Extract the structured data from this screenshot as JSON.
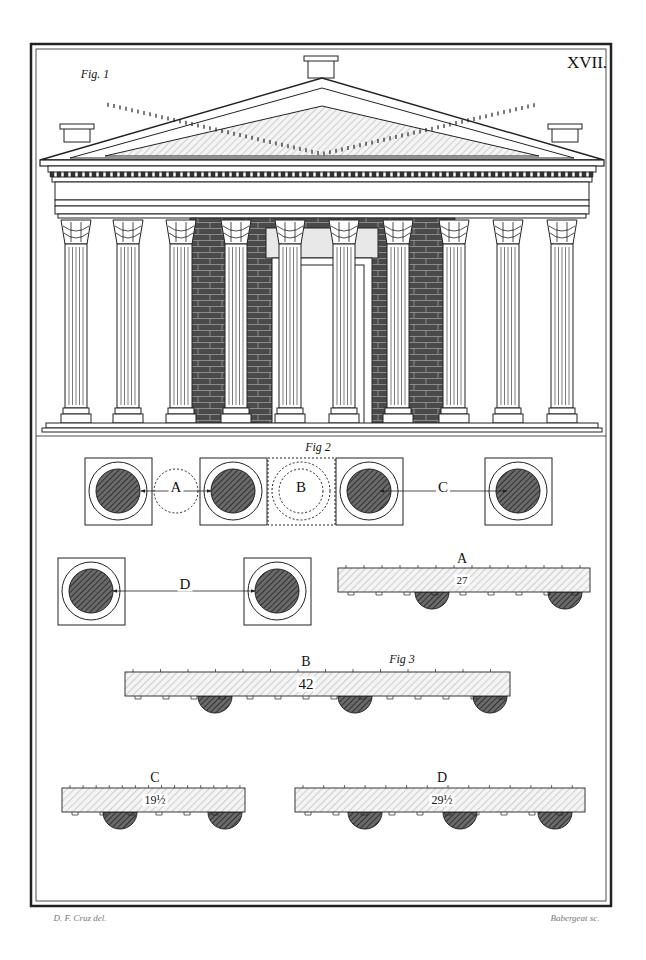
{
  "diagram": {
    "labels": [
      "Fig. 1",
      "XVII.",
      "Fig 2",
      "A",
      "B",
      "C",
      "D",
      "A",
      "27",
      "B",
      "Fig 3",
      "42",
      "C",
      "19½",
      "D",
      "29½",
      "D. F. Cruz del.",
      "Babergeat sc."
    ]
  }
}
